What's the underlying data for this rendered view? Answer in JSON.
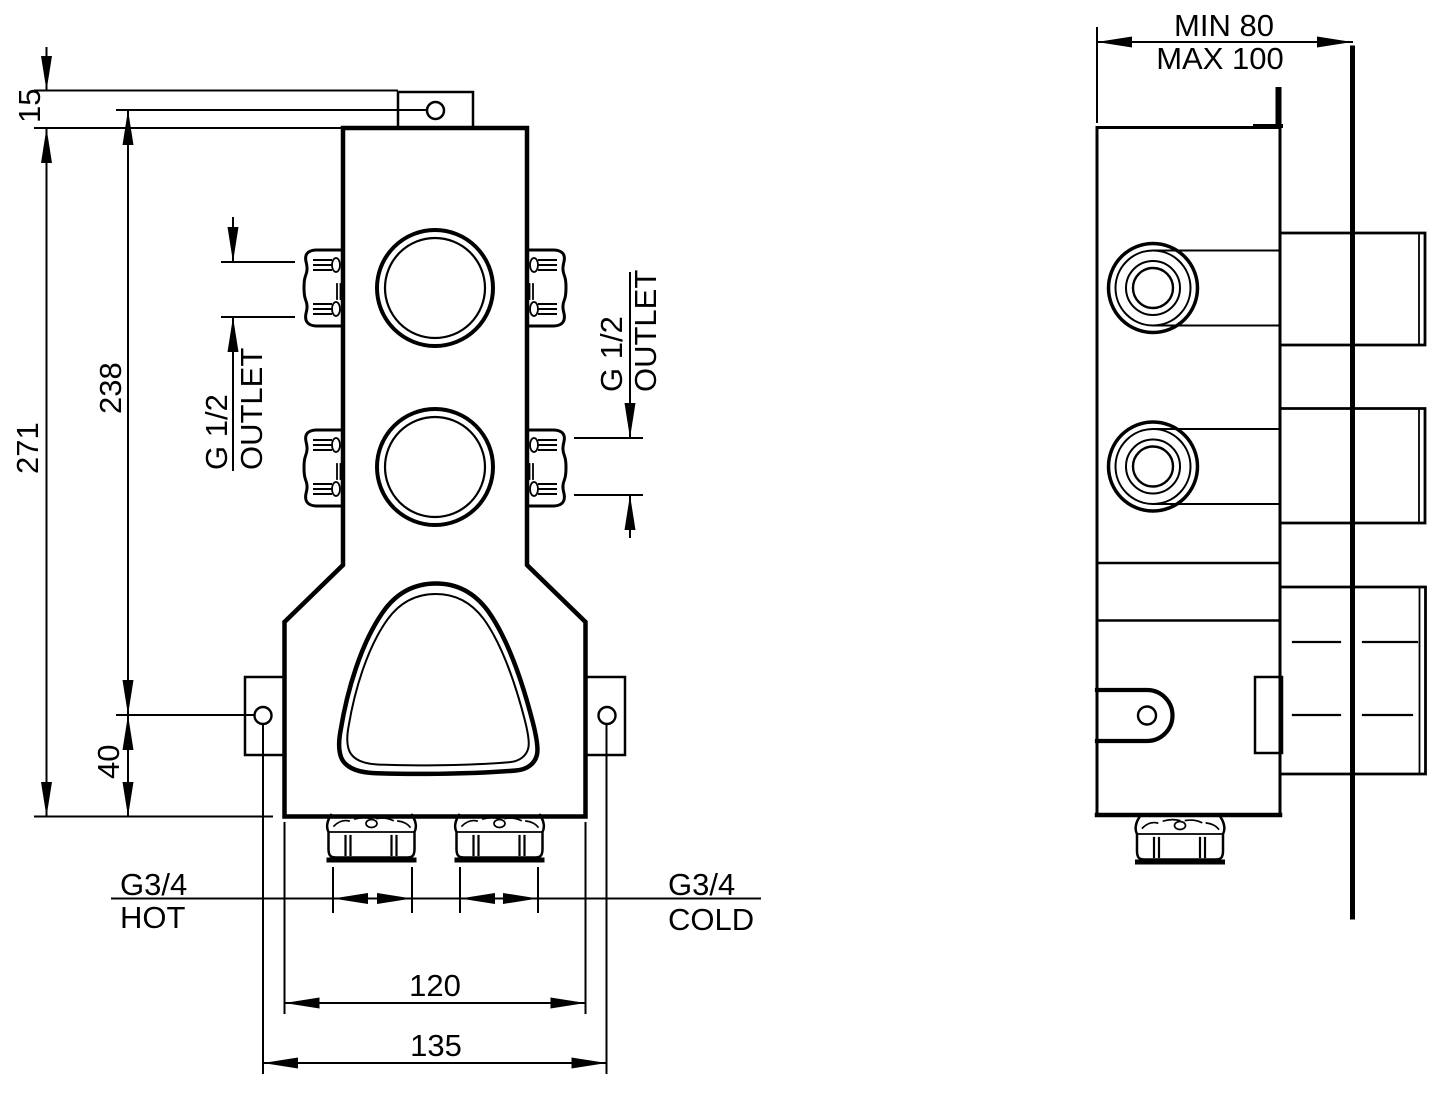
{
  "drawing": {
    "colors": {
      "line": "#000000",
      "background": "#ffffff"
    },
    "dims": {
      "d15": "15",
      "d271": "271",
      "d238": "238",
      "d40": "40",
      "d120": "120",
      "d135": "135",
      "outlet_left": {
        "size": "G 1/2",
        "word": "OUTLET"
      },
      "outlet_right": {
        "size": "G 1/2",
        "word": "OUTLET"
      },
      "hot": {
        "size": "G3/4",
        "word": "HOT"
      },
      "cold": {
        "size": "G3/4",
        "word": "COLD"
      },
      "depth_min": "MIN 80",
      "depth_max": "MAX 100"
    }
  }
}
